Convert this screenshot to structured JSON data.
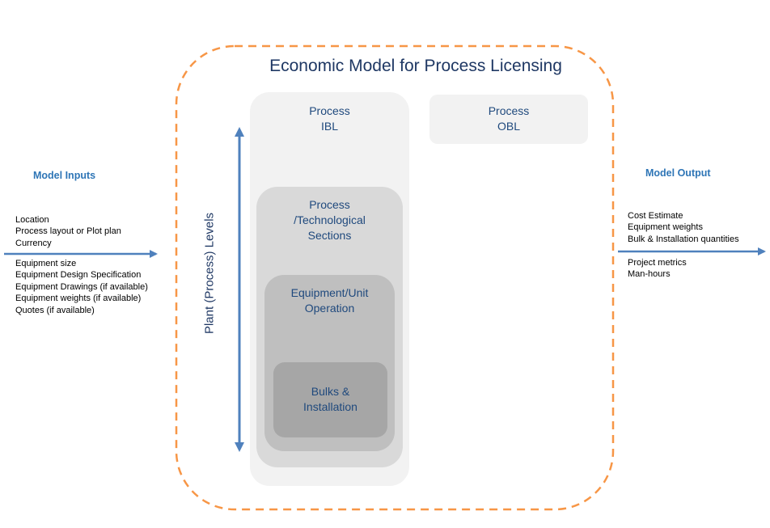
{
  "title": "Economic Model for Process Licensing",
  "boxes": {
    "ibl": [
      "Process",
      "IBL"
    ],
    "obl": [
      "Process",
      "OBL"
    ],
    "tech": [
      "Process",
      "/Technological",
      "Sections"
    ],
    "equipment": [
      "Equipment/Unit",
      "Operation"
    ],
    "bulks": [
      "Bulks &",
      "Installation"
    ]
  },
  "vertical_label": "Plant  (Process) Levels",
  "inputs": {
    "title": "Model Inputs",
    "group1": [
      "Location",
      "Process layout or Plot plan",
      "Currency"
    ],
    "group2": [
      "Equipment size",
      "Equipment Design Specification",
      "Equipment Drawings  (if available)",
      "Equipment weights  (if available)",
      "Quotes (if available)"
    ]
  },
  "outputs": {
    "title": "Model Output",
    "group1": [
      "Cost Estimate",
      "Equipment weights",
      "Bulk & Installation quantities"
    ],
    "group2": [
      "Project metrics",
      "Man-hours"
    ]
  },
  "colors": {
    "dashed_border": "#f79646",
    "arrow": "#4f81bd",
    "title_text": "#1f3864",
    "box_text": "#1f497d",
    "side_title": "#2e75b6"
  }
}
